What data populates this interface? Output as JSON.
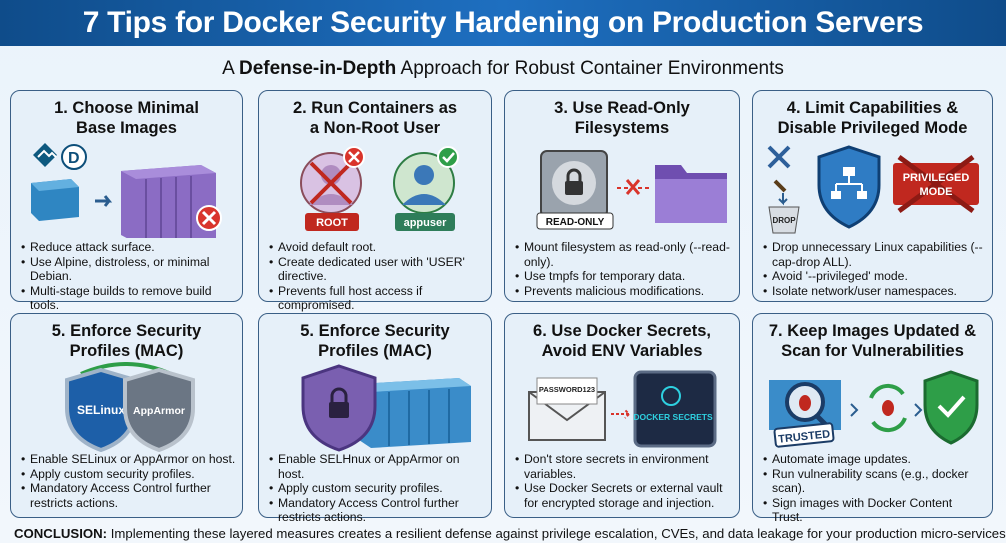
{
  "header": {
    "title": "7 Tips for Docker Security Hardening on Production Servers",
    "subtitle_prefix": "A ",
    "subtitle_bold": "Defense-in-Depth",
    "subtitle_suffix": " Approach for Robust Container Environments"
  },
  "colors": {
    "banner": "#1a5fa8",
    "card_border": "#3a5f86",
    "card_bg": "#e6f0f9",
    "danger": "#d9342b",
    "ok": "#2e9e48",
    "purple": "#7a5fb0"
  },
  "cards": [
    {
      "title": "1. Choose Minimal Base Images",
      "bullets": [
        "Reduce attack surface.",
        "Use Alpine, distroless, or minimal Debian.",
        "Multi-stage builds to remove build tools."
      ],
      "icons": [
        "alpine-logo-icon",
        "debian-logo-icon",
        "small-container-icon",
        "arrow-right-icon",
        "large-container-icon",
        "x-icon"
      ]
    },
    {
      "title": "2. Run Containers as a Non-Root User",
      "bullets": [
        "Avoid default root.",
        "Create dedicated user with 'USER' directive.",
        "Prevents full host access if compromised."
      ],
      "labels": {
        "root": "ROOT",
        "user": "appuser"
      }
    },
    {
      "title": "3. Use Read-Only Filesystems",
      "bullets": [
        "Mount filesystem as read-only (--read-only).",
        "Use tmpfs for temporary data.",
        "Prevents malicious modifications."
      ],
      "labels": {
        "disk": "READ-ONLY"
      }
    },
    {
      "title": "4. Limit Capabilities & Disable Privileged Mode",
      "bullets": [
        "Drop unnecessary Linux capabilities (--cap-drop ALL).",
        "Avoid '--privileged' mode.",
        "Isolate network/user namespaces."
      ],
      "labels": {
        "drop": "DROP",
        "privileged": "PRIVILEGED MODE"
      }
    },
    {
      "title": "5. Enforce Security Profiles (MAC)",
      "bullets": [
        "Enable SELinux or AppArmor on host.",
        "Apply custom security profiles.",
        "Mandatory Access Control further restricts actions."
      ],
      "labels": {
        "selinux": "SELinux",
        "apparmor": "AppArmor"
      }
    },
    {
      "title": "5. Enforce Security Profiles (MAC)",
      "bullets": [
        "Enable SELHnux or AppArmor on host.",
        "Apply custom security profiles.",
        "Mandatory Access Control further restricts actions."
      ]
    },
    {
      "title": "6. Use Docker Secrets, Avoid ENV Variables",
      "bullets": [
        "Don't store secrets in environment variables.",
        "Use Docker Secrets or external vault for encrypted storage and injection."
      ],
      "labels": {
        "password": "PASSWORD123",
        "vault": "DOCKER SECRETS"
      }
    },
    {
      "title": "7. Keep Images Updated & Scan for Vulnerabilities",
      "bullets": [
        "Automate image updates.",
        "Run vulnerability scans (e.g., docker scan).",
        "Sign images with Docker Content Trust."
      ],
      "labels": {
        "trusted": "TRUSTED"
      }
    }
  ],
  "conclusion": {
    "label": "CONCLUSION:",
    "text": " Implementing these layered measures creates a resilient defense against privilege escalation, CVEs, and data leakage for your production micro-services."
  }
}
